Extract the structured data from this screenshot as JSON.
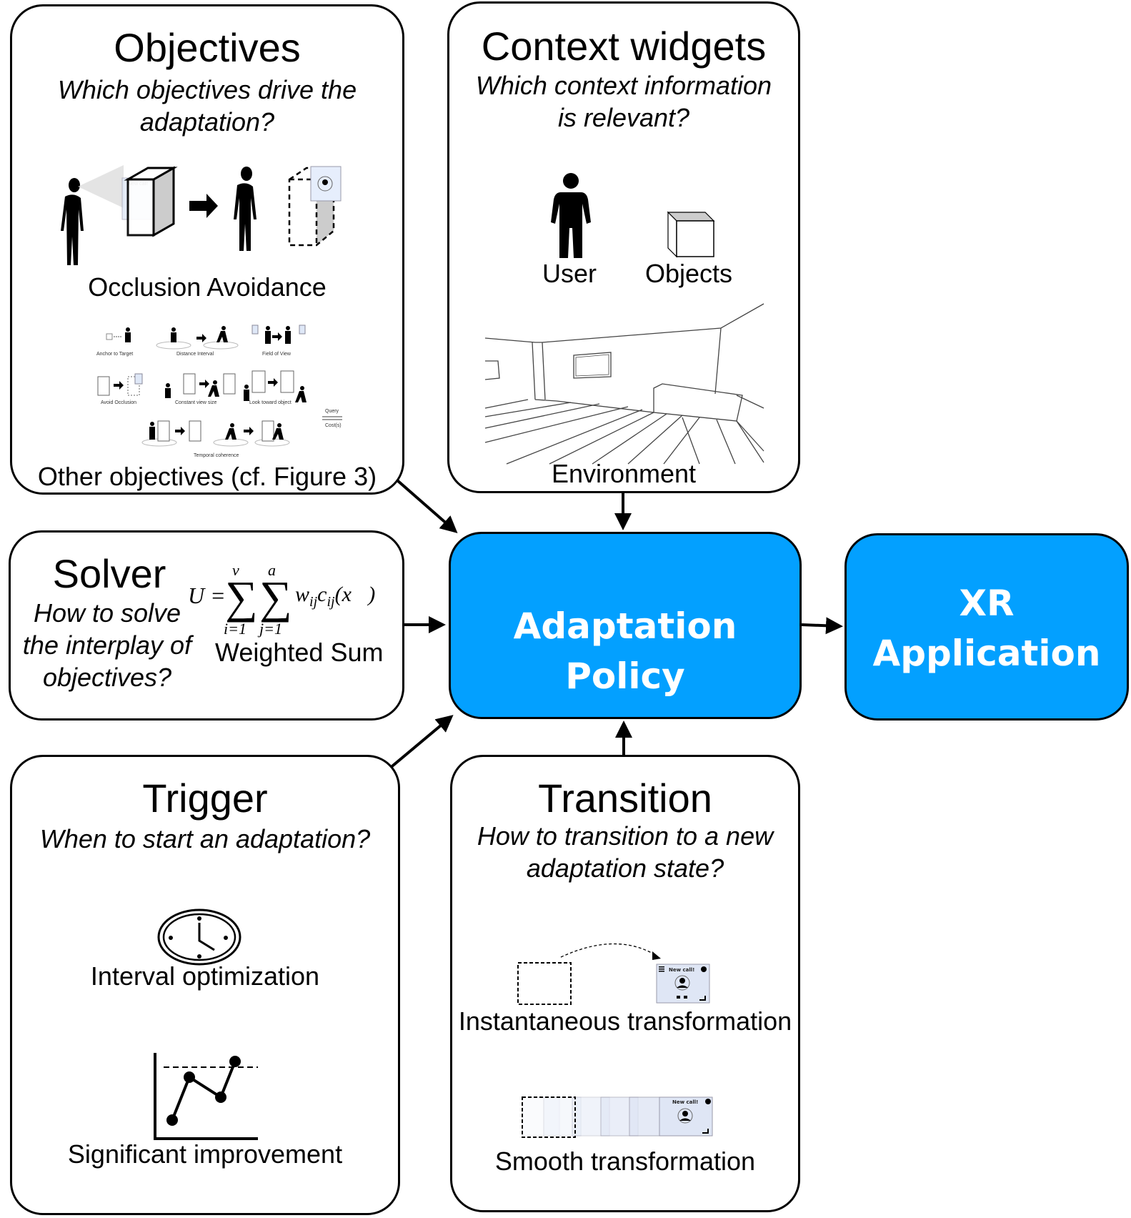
{
  "colors": {
    "accent": "#03A0FF",
    "border": "#000000",
    "text_on_accent": "#FFFFFF"
  },
  "objectives": {
    "title": "Objectives",
    "question_line1": "Which objectives drive the",
    "question_line2": "adaptation?",
    "main_example": "Occlusion Avoidance",
    "other_label": "Other objectives (cf. Figure 3)",
    "thumbnails": {
      "anchor": "Anchor to Target",
      "distance": "Distance Interval",
      "fov": "Field of View",
      "avoid": "Avoid Occlusion",
      "constant": "Constant view size",
      "look": "Look toward object",
      "temporal": "Temporal coherence",
      "query": "Query",
      "cost": "Cost(s)"
    }
  },
  "context": {
    "title": "Context widgets",
    "question_line1": "Which context information",
    "question_line2": "is relevant?",
    "user_label": "User",
    "objects_label": "Objects",
    "environment_label": "Environment"
  },
  "solver": {
    "title": "Solver",
    "question_line1": "How to solve",
    "question_line2": "the interplay of",
    "question_line3": "objectives?",
    "formula": {
      "lhs": "U =",
      "sum1_upper": "v",
      "sum1_lower": "i=1",
      "sum2_upper": "a",
      "sum2_lower": "j=1",
      "sigma": "∑",
      "term": "w",
      "term_sub1": "ij",
      "term2": "c",
      "term_sub2": "ij",
      "arg": "(x⃗)"
    },
    "method_label": "Weighted Sum"
  },
  "policy": {
    "title": "Adaptation Policy"
  },
  "xr": {
    "title_line1": "XR",
    "title_line2": "Application"
  },
  "trigger": {
    "title": "Trigger",
    "question": "When to start an adaptation?",
    "option1": "Interval optimization",
    "option2": "Significant improvement"
  },
  "transition": {
    "title": "Transition",
    "question_line1": "How to transition to a new",
    "question_line2": "adaptation state?",
    "option1": "Instantaneous transformation",
    "option2": "Smooth transformation",
    "widget_label": "New call!"
  }
}
